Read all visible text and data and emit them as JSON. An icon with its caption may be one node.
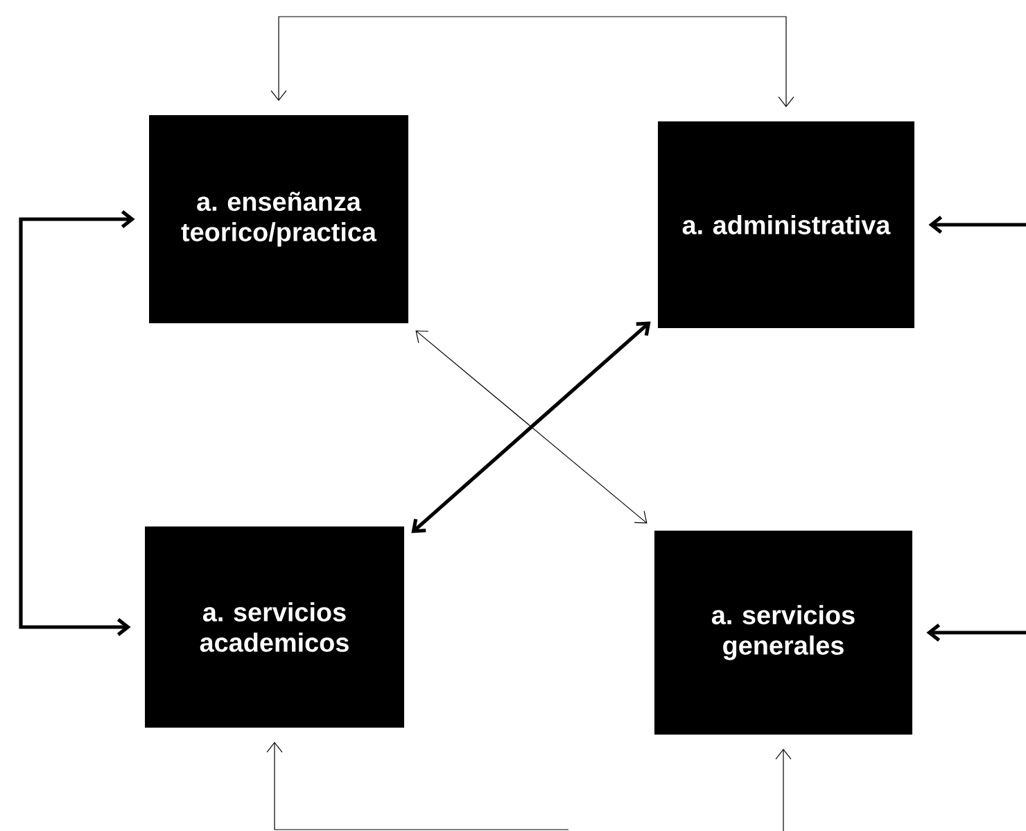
{
  "diagram": {
    "nodes": [
      {
        "text": [
          "a. enseñanza teorico/practica"
        ]
      },
      {
        "text": [
          "a. administrativa"
        ]
      },
      {
        "text": [
          "a. servicios academicos"
        ]
      },
      {
        "text": [
          "a. servicios generales"
        ]
      }
    ],
    "edges": [
      {
        "from": 0,
        "to": 1,
        "arrow": "both"
      },
      {
        "from": 0,
        "to": 2,
        "arrow": "both",
        "style": "thick"
      },
      {
        "from": 0,
        "to": 3,
        "arrow": "both"
      },
      {
        "from": 1,
        "to": 2,
        "arrow": "both",
        "style": "thick"
      },
      {
        "from": null,
        "to": 1,
        "arrow": "to",
        "style": "thick"
      },
      {
        "from": null,
        "to": 3,
        "arrow": "to",
        "style": "thick"
      },
      {
        "from": null,
        "to": 2,
        "arrow": "to"
      },
      {
        "from": null,
        "to": 3,
        "arrow": "to"
      }
    ]
  }
}
